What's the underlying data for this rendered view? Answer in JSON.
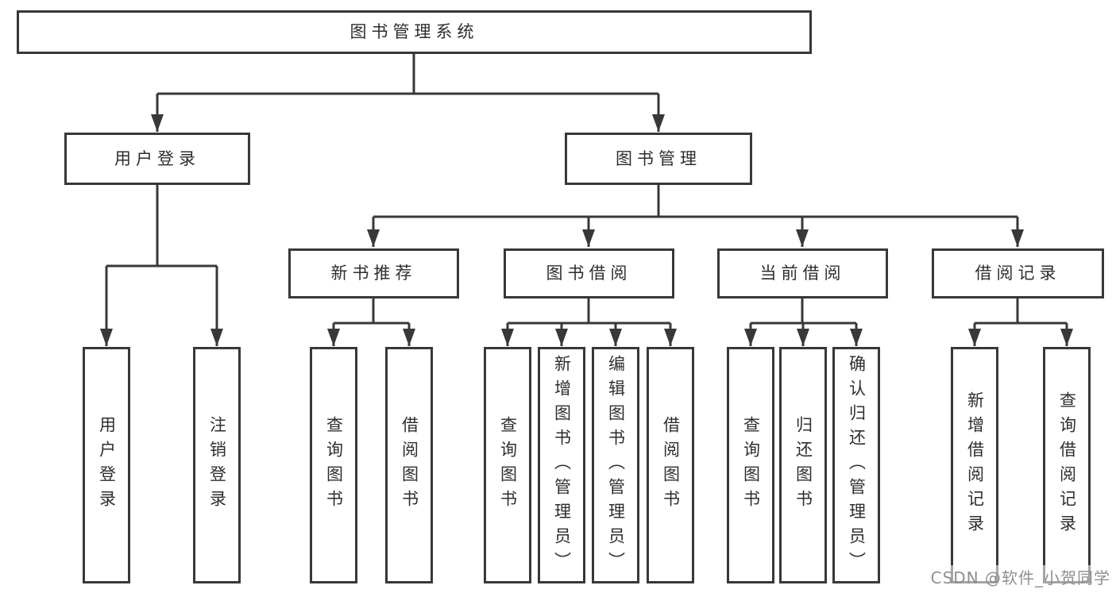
{
  "root": {
    "label": "图书管理系统"
  },
  "login": {
    "label": "用户登录",
    "children": [
      {
        "label": "用户登录"
      },
      {
        "label": "注销登录"
      }
    ]
  },
  "manage": {
    "label": "图书管理",
    "sections": [
      {
        "label": "新书推荐",
        "children": [
          {
            "label": "查询图书"
          },
          {
            "label": "借阅图书"
          }
        ]
      },
      {
        "label": "图书借阅",
        "children": [
          {
            "label": "查询图书"
          },
          {
            "label": "新增图书（管理员）"
          },
          {
            "label": "编辑图书（管理员）"
          },
          {
            "label": "借阅图书"
          }
        ]
      },
      {
        "label": "当前借阅",
        "children": [
          {
            "label": "查询图书"
          },
          {
            "label": "归还图书"
          },
          {
            "label": "确认归还（管理员）"
          }
        ]
      },
      {
        "label": "借阅记录",
        "children": [
          {
            "label": "新增借阅记录"
          },
          {
            "label": "查询借阅记录"
          }
        ]
      }
    ]
  },
  "watermark": {
    "text": "CSDN @软件_小贺同学"
  },
  "colors": {
    "line": "#383838",
    "text": "#2e2e2e",
    "watermark": "#8f8f8f",
    "background": "#ffffff"
  }
}
